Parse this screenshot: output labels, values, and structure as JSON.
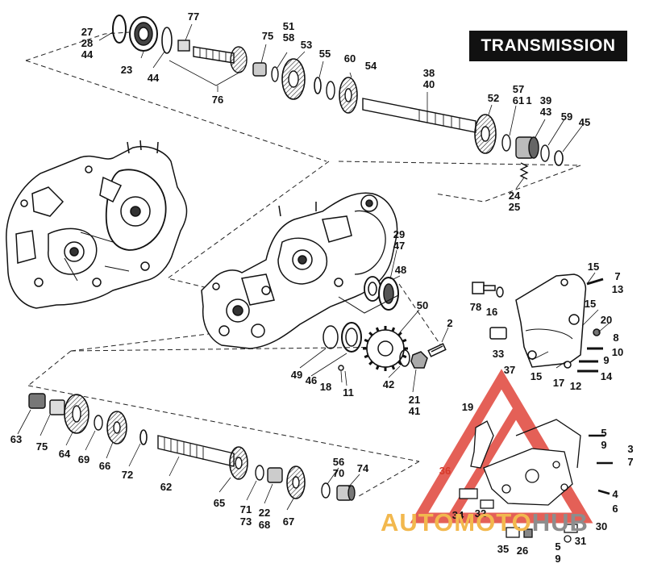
{
  "title": "TRANSMISSION",
  "watermark": {
    "part1": "AUTOMOTO",
    "part2": "HUB",
    "color_primary": "#f2b84e",
    "color_secondary": "#8d8d8d",
    "logo_color": "#e0453a"
  },
  "labels": [
    {
      "id": "l27",
      "text": "27"
    },
    {
      "id": "l28",
      "text": "28"
    },
    {
      "id": "l44a",
      "text": "44"
    },
    {
      "id": "l23",
      "text": "23"
    },
    {
      "id": "l44b",
      "text": "44"
    },
    {
      "id": "l77",
      "text": "77"
    },
    {
      "id": "l76",
      "text": "76"
    },
    {
      "id": "l75a",
      "text": "75"
    },
    {
      "id": "l51",
      "text": "51"
    },
    {
      "id": "l58",
      "text": "58"
    },
    {
      "id": "l53",
      "text": "53"
    },
    {
      "id": "l55",
      "text": "55"
    },
    {
      "id": "l60",
      "text": "60"
    },
    {
      "id": "l54",
      "text": "54"
    },
    {
      "id": "l38",
      "text": "38"
    },
    {
      "id": "l40",
      "text": "40"
    },
    {
      "id": "l52",
      "text": "52"
    },
    {
      "id": "l57",
      "text": "57"
    },
    {
      "id": "l61",
      "text": "61"
    },
    {
      "id": "l1",
      "text": "1"
    },
    {
      "id": "l39",
      "text": "39"
    },
    {
      "id": "l43",
      "text": "43"
    },
    {
      "id": "l59",
      "text": "59"
    },
    {
      "id": "l45",
      "text": "45"
    },
    {
      "id": "l24",
      "text": "24"
    },
    {
      "id": "l25",
      "text": "25"
    },
    {
      "id": "l29",
      "text": "29"
    },
    {
      "id": "l47",
      "text": "47"
    },
    {
      "id": "l48",
      "text": "48"
    },
    {
      "id": "l50",
      "text": "50"
    },
    {
      "id": "l2",
      "text": "2"
    },
    {
      "id": "l49",
      "text": "49"
    },
    {
      "id": "l46",
      "text": "46"
    },
    {
      "id": "l18",
      "text": "18"
    },
    {
      "id": "l11",
      "text": "11"
    },
    {
      "id": "l42",
      "text": "42"
    },
    {
      "id": "l21",
      "text": "21"
    },
    {
      "id": "l41",
      "text": "41"
    },
    {
      "id": "l15a",
      "text": "15"
    },
    {
      "id": "l7a",
      "text": "7"
    },
    {
      "id": "l13",
      "text": "13"
    },
    {
      "id": "l78",
      "text": "78"
    },
    {
      "id": "l16",
      "text": "16"
    },
    {
      "id": "l15b",
      "text": "15"
    },
    {
      "id": "l20",
      "text": "20"
    },
    {
      "id": "l8",
      "text": "8"
    },
    {
      "id": "l10",
      "text": "10"
    },
    {
      "id": "l9a",
      "text": "9"
    },
    {
      "id": "l33",
      "text": "33"
    },
    {
      "id": "l37",
      "text": "37"
    },
    {
      "id": "l15c",
      "text": "15"
    },
    {
      "id": "l17",
      "text": "17"
    },
    {
      "id": "l12",
      "text": "12"
    },
    {
      "id": "l14",
      "text": "14"
    },
    {
      "id": "l19",
      "text": "19"
    },
    {
      "id": "l5a",
      "text": "5"
    },
    {
      "id": "l9b",
      "text": "9"
    },
    {
      "id": "l3",
      "text": "3"
    },
    {
      "id": "l7b",
      "text": "7"
    },
    {
      "id": "l36",
      "text": "36"
    },
    {
      "id": "l4",
      "text": "4"
    },
    {
      "id": "l6",
      "text": "6"
    },
    {
      "id": "l34",
      "text": "34"
    },
    {
      "id": "l32",
      "text": "32"
    },
    {
      "id": "l30",
      "text": "30"
    },
    {
      "id": "l31",
      "text": "31"
    },
    {
      "id": "l35",
      "text": "35"
    },
    {
      "id": "l26",
      "text": "26"
    },
    {
      "id": "l5b",
      "text": "5"
    },
    {
      "id": "l9c",
      "text": "9"
    },
    {
      "id": "l63",
      "text": "63"
    },
    {
      "id": "l75b",
      "text": "75"
    },
    {
      "id": "l64",
      "text": "64"
    },
    {
      "id": "l69",
      "text": "69"
    },
    {
      "id": "l66",
      "text": "66"
    },
    {
      "id": "l72",
      "text": "72"
    },
    {
      "id": "l62",
      "text": "62"
    },
    {
      "id": "l65",
      "text": "65"
    },
    {
      "id": "l71",
      "text": "71"
    },
    {
      "id": "l73",
      "text": "73"
    },
    {
      "id": "l22",
      "text": "22"
    },
    {
      "id": "l68",
      "text": "68"
    },
    {
      "id": "l67",
      "text": "67"
    },
    {
      "id": "l56",
      "text": "56"
    },
    {
      "id": "l70",
      "text": "70"
    },
    {
      "id": "l74",
      "text": "74"
    }
  ]
}
